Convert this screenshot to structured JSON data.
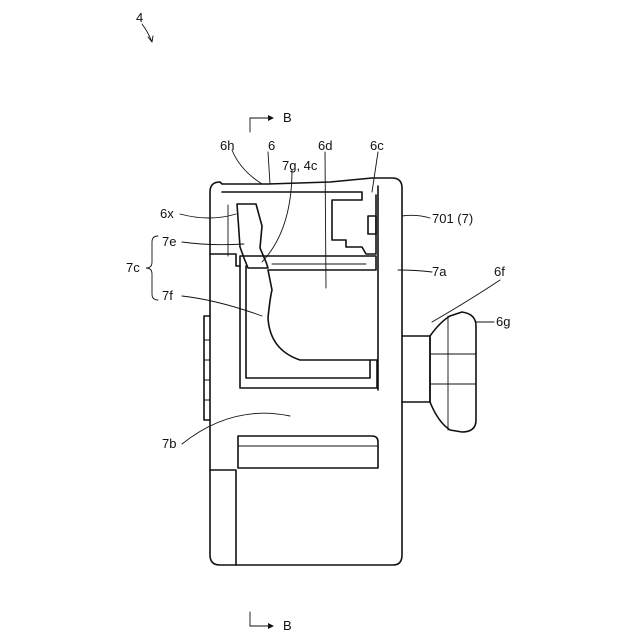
{
  "diagram": {
    "labels": {
      "fig": "4",
      "b_top": "B",
      "b_bottom": "B",
      "l6": "6",
      "l6h": "6h",
      "l7g4c": "7g, 4c",
      "l6d": "6d",
      "l6c": "6c",
      "l6x": "6x",
      "l701": "701 (7)",
      "l7e": "7e",
      "l7c": "7c",
      "l7a": "7a",
      "l6f": "6f",
      "l7f": "7f",
      "l6g": "6g",
      "l7b": "7b"
    }
  }
}
